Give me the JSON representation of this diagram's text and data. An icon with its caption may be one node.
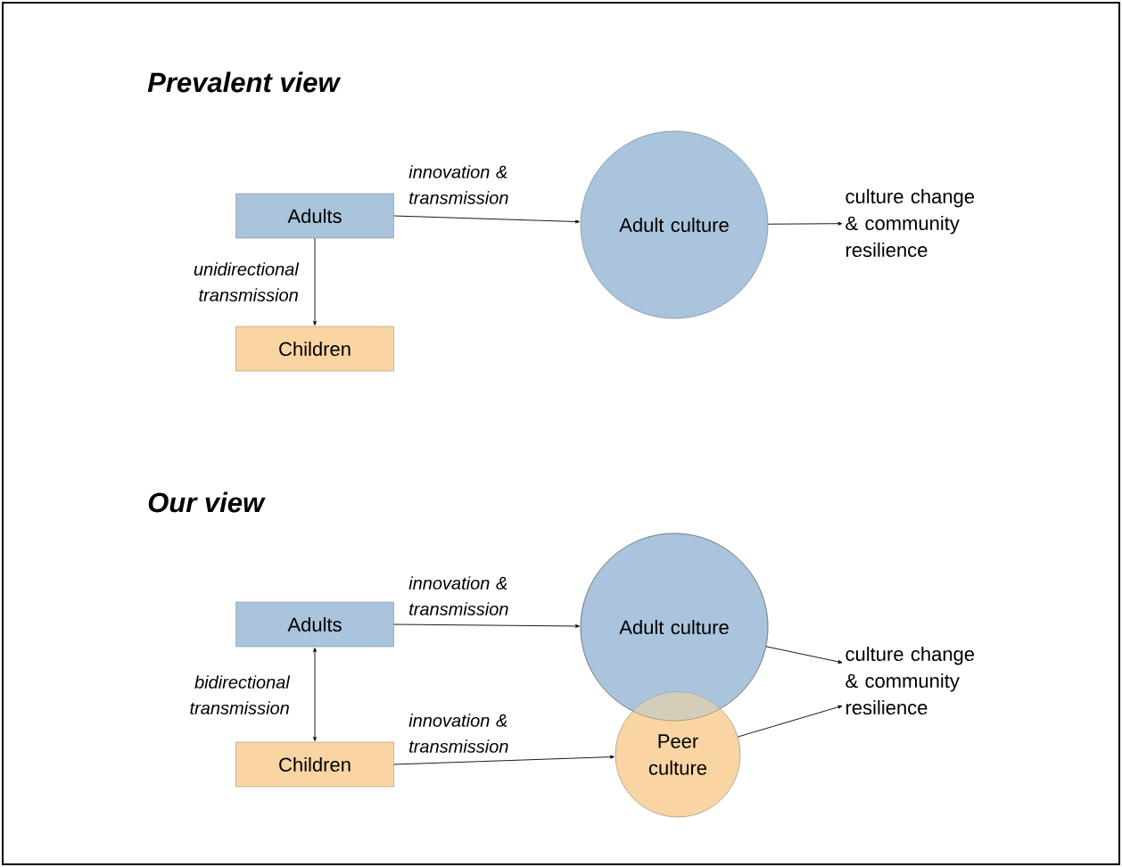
{
  "diagram": {
    "nodes": [
      {
        "text": [
          "Adults"
        ]
      },
      {
        "text": [
          "Adult culture"
        ]
      },
      {
        "text": [
          "culture change & community resilience"
        ]
      },
      {
        "text": [
          "Children"
        ]
      },
      {
        "text": [
          "Adults"
        ]
      },
      {
        "text": [
          "Adult culture"
        ]
      },
      {
        "text": [
          "Children"
        ]
      },
      {
        "text": [
          "Peer culture"
        ]
      },
      {
        "text": [
          "culture change & community resilience"
        ]
      }
    ],
    "edges": [
      {
        "from": 0,
        "to": 1,
        "arrow": "to",
        "label": "innovation & transmission"
      },
      {
        "from": 1,
        "to": 2,
        "arrow": "to"
      },
      {
        "from": 0,
        "to": 3,
        "arrow": "to",
        "label": "unidirectional transmission"
      },
      {
        "from": 4,
        "to": 5,
        "arrow": "to",
        "label": "innovation & transmission"
      },
      {
        "from": 4,
        "to": 6,
        "arrow": "both",
        "label": "bidirectional transmission"
      },
      {
        "from": 6,
        "to": 7,
        "arrow": "to",
        "label": "innovation & transmission"
      },
      {
        "from": 5,
        "to": 8,
        "arrow": "to"
      },
      {
        "from": 7,
        "to": 8,
        "arrow": "to"
      }
    ],
    "labels": [
      "Prevalent view",
      "Our view"
    ]
  }
}
